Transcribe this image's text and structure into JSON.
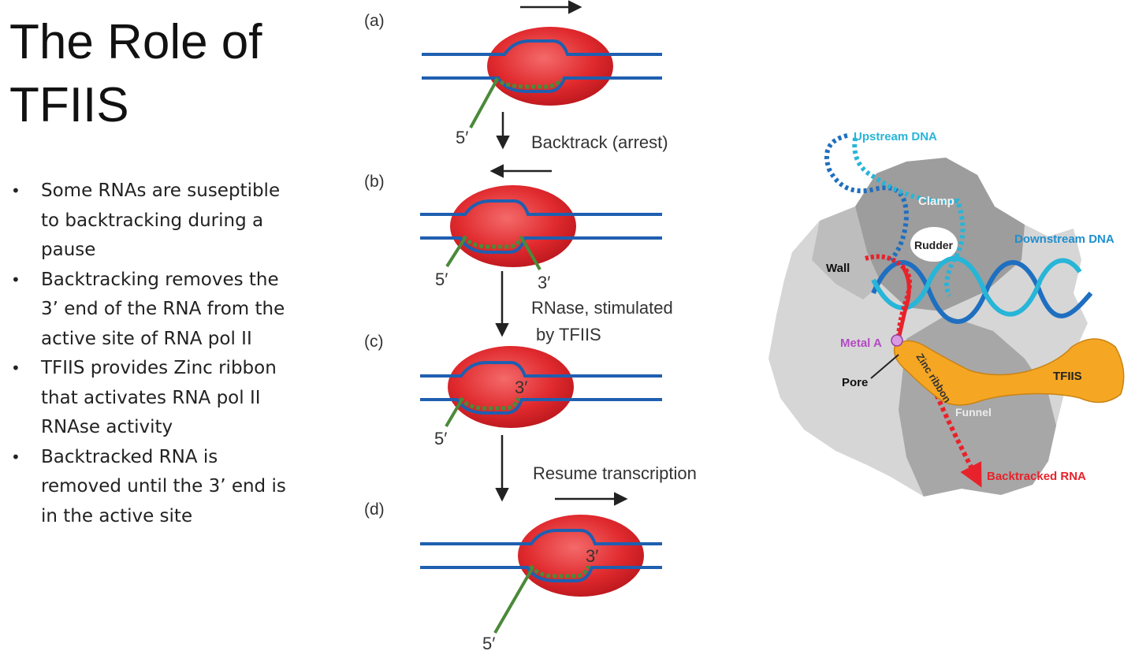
{
  "slide": {
    "title_line1": "The Role of",
    "title_line2": "TFIIS",
    "bullets": [
      {
        "lines": [
          "Some RNAs are suseptible",
          "to backtracking during a",
          "pause"
        ]
      },
      {
        "lines": [
          "Backtracking removes the",
          "3’ end of the RNA from the",
          "active site of RNA pol II"
        ]
      },
      {
        "lines": [
          "TFIIS provides Zinc ribbon",
          "that activates RNA pol II",
          "RNAse activity"
        ]
      },
      {
        "lines": [
          "Backtracked RNA is",
          "removed until the 3’ end is",
          "in the active site"
        ]
      }
    ]
  },
  "steps": {
    "a": {
      "tag": "(a)",
      "five_prime": "5′"
    },
    "b": {
      "tag": "(b)",
      "five_prime": "5′",
      "three_prime": "3′"
    },
    "c": {
      "tag": "(c)",
      "five_prime": "5′",
      "three_prime": "3′"
    },
    "d": {
      "tag": "(d)",
      "five_prime": "5′",
      "three_prime": "3′"
    },
    "transitions": [
      "Backtrack (arrest)",
      "RNase, stimulated",
      "by TFIIS",
      "Resume transcription"
    ]
  },
  "structure": {
    "labels": {
      "upstream_dna": "Upstream DNA",
      "clamp": "Clamp",
      "rudder": "Rudder",
      "downstream_dna": "Downstream DNA",
      "wall": "Wall",
      "metal_a": "Metal A",
      "pore": "Pore",
      "zinc_ribbon": "Zinc ribbon",
      "tfiis": "TFIIS",
      "funnel": "Funnel",
      "backtracked_rna": "Backtracked RNA"
    }
  },
  "colors": {
    "dna": "#1f5fb0",
    "polymerase": "#d9262c",
    "rna": "#4a8a3a",
    "tfiis": "#f5a623",
    "backtracked_rna": "#e8222a",
    "upstream_dna": "#1e9fd0"
  }
}
